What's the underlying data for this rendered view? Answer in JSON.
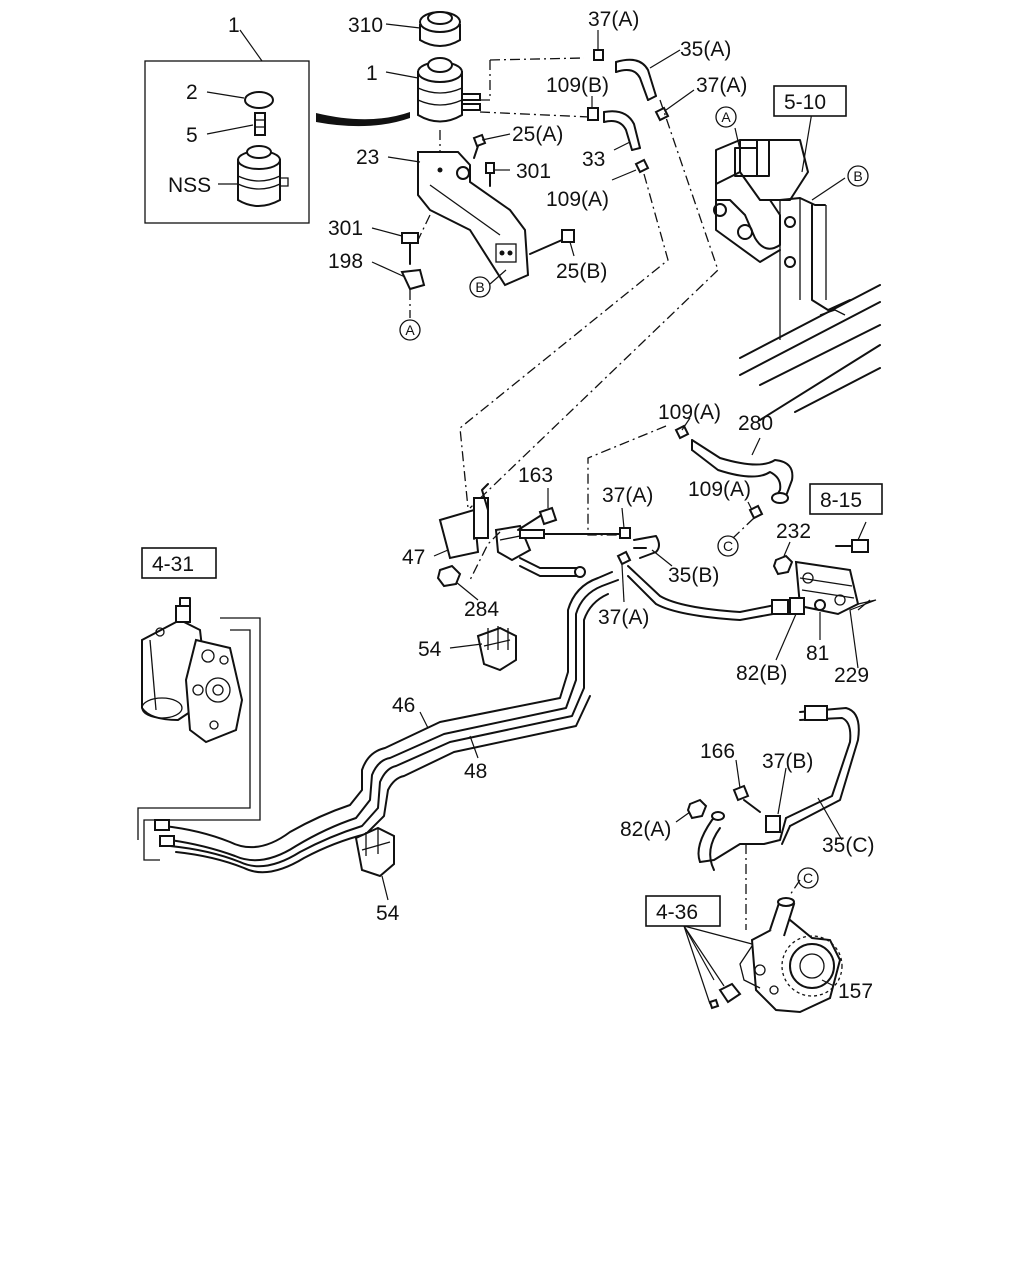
{
  "callouts": {
    "c1_top": "1",
    "c1_res": "1",
    "c2": "2",
    "c5": "5",
    "nss": "NSS",
    "c310": "310",
    "c23": "23",
    "c301a": "301",
    "c301b": "301",
    "c198": "198",
    "c25a": "25(A)",
    "c25b": "25(B)",
    "c37a_1": "37(A)",
    "c35a": "35(A)",
    "c109b": "109(B)",
    "c37a_2": "37(A)",
    "c33": "33",
    "c109a_1": "109(A)",
    "c109a_2": "109(A)",
    "c280": "280",
    "c109a_3": "109(A)",
    "c163": "163",
    "c37a_3": "37(A)",
    "c47": "47",
    "c35b": "35(B)",
    "c284": "284",
    "c37a_4": "37(A)",
    "c232": "232",
    "c82b": "82(B)",
    "c81": "81",
    "c229": "229",
    "c54a": "54",
    "c46": "46",
    "c48": "48",
    "c54b": "54",
    "c166": "166",
    "c37b": "37(B)",
    "c82a": "82(A)",
    "c35c": "35(C)",
    "c157": "157"
  },
  "ref_boxes": {
    "r5_10": "5-10",
    "r8_15": "8-15",
    "r4_31": "4-31",
    "r4_36": "4-36"
  },
  "connectors": {
    "a1": "A",
    "a2": "A",
    "b1": "B",
    "b2": "B",
    "cc1": "C",
    "cc2": "C"
  }
}
